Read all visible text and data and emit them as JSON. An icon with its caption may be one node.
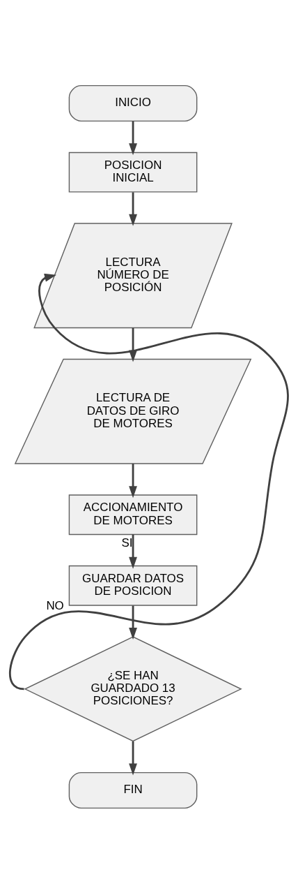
{
  "diagram": {
    "nodes": [
      {
        "text": [
          "INICIO"
        ]
      },
      {
        "text": [
          "POSICION INICIAL"
        ]
      },
      {
        "text": [
          "LECTURA NÚMERO DE POSICIÓN"
        ]
      },
      {
        "text": [
          "LECTURA DE DATOS DE GIRO DE MOTORES"
        ]
      },
      {
        "text": [
          "ACCIONAMIENTO DE MOTORES"
        ]
      },
      {
        "text": [
          "GUARDAR DATOS DE POSICION"
        ]
      },
      {
        "text": [
          "¿SE HAN GUARDADO 13 POSICIONES?"
        ]
      },
      {
        "text": [
          "FIN"
        ]
      }
    ],
    "edges": [
      {
        "from": 0,
        "to": 1,
        "arrow": "to"
      },
      {
        "from": 1,
        "to": 2,
        "arrow": "to"
      },
      {
        "from": 2,
        "to": 3,
        "arrow": "to"
      },
      {
        "from": 3,
        "to": 4,
        "arrow": "to"
      },
      {
        "from": 4,
        "to": 5,
        "arrow": "to",
        "label": "SI"
      },
      {
        "from": 5,
        "to": 6,
        "arrow": "to"
      },
      {
        "from": 6,
        "to": 2,
        "arrow": "to",
        "label": "NO"
      },
      {
        "from": 6,
        "to": 7,
        "arrow": "to"
      }
    ]
  }
}
